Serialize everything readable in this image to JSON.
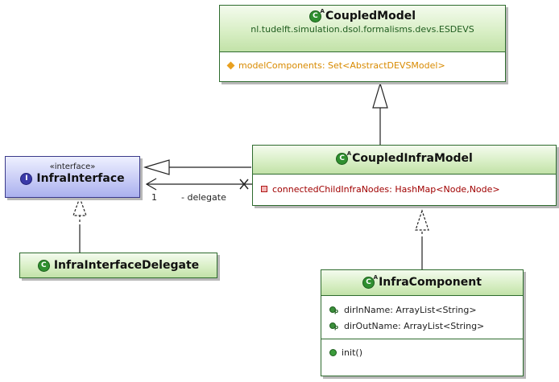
{
  "classes": {
    "coupled_model": {
      "name": "CoupledModel",
      "package": "nl.tudelft.simulation.dsol.formalisms.devs.ESDEVS",
      "attributes": [
        "modelComponents: Set<AbstractDEVSModel>"
      ]
    },
    "infra_interface": {
      "stereotype": "«interface»",
      "name": "InfraInterface"
    },
    "coupled_infra_model": {
      "name": "CoupledInfraModel",
      "attributes": [
        "connectedChildInfraNodes: HashMap<Node,Node>"
      ]
    },
    "infra_interface_delegate": {
      "name": "InfraInterfaceDelegate"
    },
    "infra_component": {
      "name": "InfraComponent",
      "attributes": [
        "dirInName: ArrayList<String>",
        "dirOutName: ArrayList<String>"
      ],
      "operations": [
        "init()"
      ]
    }
  },
  "icons": {
    "class": "C",
    "interface": "I",
    "abstract_marker": "A",
    "property_sub": "p"
  },
  "edges": {
    "delegate_role": "- delegate",
    "delegate_multiplicity": "1"
  },
  "colors": {
    "class_border": "#2e6b2e",
    "class_fill": "#d9efc6",
    "interface_fill": "#c9cdf6",
    "line": "#222222"
  }
}
